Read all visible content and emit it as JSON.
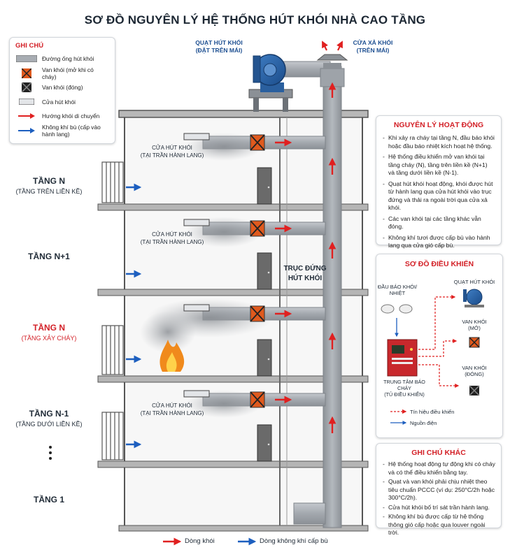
{
  "title": "SƠ ĐỒ NGUYÊN LÝ HỆ THỐNG HÚT KHÓI NHÀ CAO TẦNG",
  "legend": {
    "title": "GHI CHÚ",
    "items": [
      {
        "label": "Đường ống hút khói",
        "icon": "duct-icon"
      },
      {
        "label": "Van khói (mở khi có cháy)",
        "icon": "damper-open-icon"
      },
      {
        "label": "Van khói (đóng)",
        "icon": "damper-closed-icon"
      },
      {
        "label": "Cửa hút khói",
        "icon": "smoke-grille-icon"
      },
      {
        "label": "Hướng khói di chuyển",
        "icon": "red-arrow-icon"
      },
      {
        "label": "Không khí bù (cấp vào hành lang)",
        "icon": "blue-arrow-icon"
      }
    ]
  },
  "fan": {
    "line1": "QUẠT HÚT KHÓI",
    "line2": "(ĐẶT TRÊN MÁI)"
  },
  "outlet": {
    "line1": "CỬA XẢ KHÓI",
    "line2": "(TRÊN MÁI)"
  },
  "shaft": {
    "line1": "TRỤC ĐỨNG",
    "line2": "HÚT KHÓI"
  },
  "grille": {
    "line1": "CỬA HÚT KHÓI",
    "line2": "(TẠI TRẦN HÀNH LANG)"
  },
  "floors": [
    {
      "name": "TẦNG N",
      "sub": "(TẦNG TRÊN LIỀN KỀ)",
      "fire": false
    },
    {
      "name": "TẦNG N+1",
      "sub": "",
      "fire": false
    },
    {
      "name": "TẦNG N",
      "sub": "(TẦNG XẢY CHÁY)",
      "fire": true
    },
    {
      "name": "TẦNG N-1",
      "sub": "(TẦNG DƯỚI LIỀN KỀ)",
      "fire": false
    },
    {
      "name": "TẦNG 1",
      "sub": "",
      "fire": false
    }
  ],
  "principle": {
    "title": "NGUYÊN LÝ HOẠT ĐỘNG",
    "items": [
      "Khi xảy ra cháy tại tầng N, đầu báo khói hoặc đầu báo nhiệt kích hoạt hệ thống.",
      "Hệ thống điều khiển mở van khói tại tầng cháy (N), tầng trên liền kề (N+1) và tầng dưới liền kề (N-1).",
      "Quạt hút khói hoạt động, khói được hút từ hành lang qua cửa hút khói vào trục đứng và thải ra ngoài trời qua cửa xả khói.",
      "Các van khói tại các tầng khác vẫn đóng.",
      "Không khí tươi được cấp bù vào hành lang qua cửa gió cấp bù."
    ]
  },
  "control": {
    "title": "SƠ ĐỒ ĐIỀU KHIỂN",
    "detector_line1": "ĐẦU BÁO KHÓI/",
    "detector_line2": "NHIỆT",
    "fan_label": "QUẠT HÚT KHÓI",
    "damper_open_line1": "VAN KHÓI",
    "damper_open_line2": "(MỞ)",
    "damper_closed_line1": "VAN KHÓI",
    "damper_closed_line2": "(ĐÓNG)",
    "panel_line1": "TRUNG TÂM BÁO CHÁY",
    "panel_line2": "(TỦ ĐIỀU KHIỂN)",
    "signal_label": "Tín hiệu điều khiển",
    "power_label": "Nguồn điện"
  },
  "notes": {
    "title": "GHI CHÚ KHÁC",
    "items": [
      "Hệ thống hoạt động tự động khi có cháy và có thể điều khiển bằng tay.",
      "Quạt và van khói phải chịu nhiệt theo tiêu chuẩn PCCC (ví dụ: 250°C/2h hoặc 300°C/2h).",
      "Cửa hút khói bố trí sát trần hành lang.",
      "Không khí bù được cấp từ hệ thống thông gió cấp hoặc qua louver ngoài trời."
    ]
  },
  "bottom_legend": {
    "smoke": "Dòng khói",
    "air": "Dòng không khí cấp bù"
  },
  "colors": {
    "red": "#d32027",
    "blue": "#1d5fbf",
    "duct": "#a8adb3",
    "damper": "#e05a1e"
  }
}
